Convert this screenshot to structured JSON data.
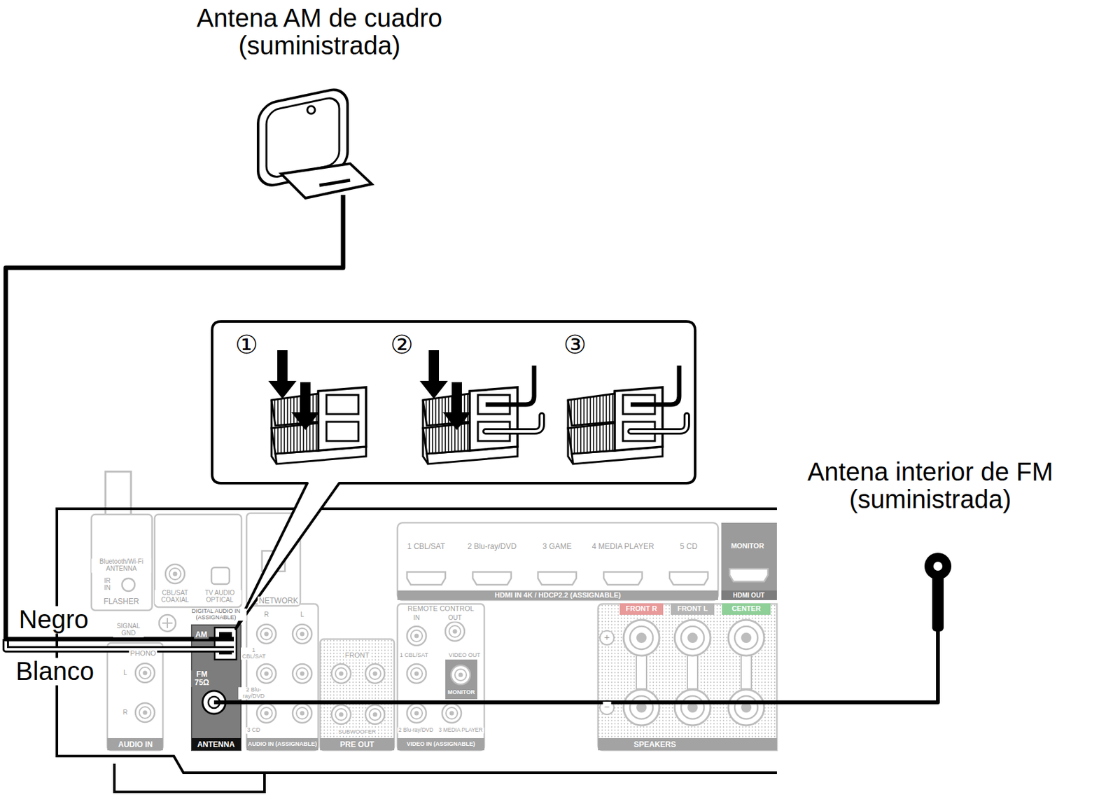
{
  "diagram": {
    "nodes": [
      {
        "text": [
          "①",
          "②",
          "③"
        ]
      }
    ],
    "labels": [
      "Antena AM de cuadro (suministrada)",
      "Antena interior de FM (suministrada)",
      "Negro",
      "Blanco",
      "Bluetooth/Wi-Fi ANTENNA",
      "IR IN",
      "FLASHER",
      "CBL/SAT COAXIAL",
      "TV AUDIO OPTICAL",
      "NETWORK",
      "DIGITAL AUDIO IN (ASSIGNABLE)",
      "SIGNAL GND",
      "PHONO",
      "L",
      "R",
      "AUDIO IN",
      "AM",
      "FM 75Ω",
      "ANTENNA",
      "R",
      "L",
      "1 CBL/SAT",
      "2 Blu-ray/DVD",
      "3 CD",
      "AUDIO IN (ASSIGNABLE)",
      "FRONT",
      "SUBWOOFER",
      "PRE OUT",
      "REMOTE CONTROL",
      "IN",
      "OUT",
      "1 CBL/SAT",
      "VIDEO OUT",
      "MONITOR",
      "2 Blu-ray/DVD",
      "3 MEDIA PLAYER",
      "VIDEO IN (ASSIGNABLE)",
      "1 CBL/SAT",
      "2 Blu-ray/DVD",
      "3 GAME",
      "4 MEDIA PLAYER",
      "5 CD",
      "HDMI IN 4K / HDCP2.2 (ASSIGNABLE)",
      "MONITOR",
      "HDMI OUT",
      "FRONT R",
      "FRONT L",
      "CENTER",
      "+",
      "−",
      "SPEAKERS"
    ]
  }
}
